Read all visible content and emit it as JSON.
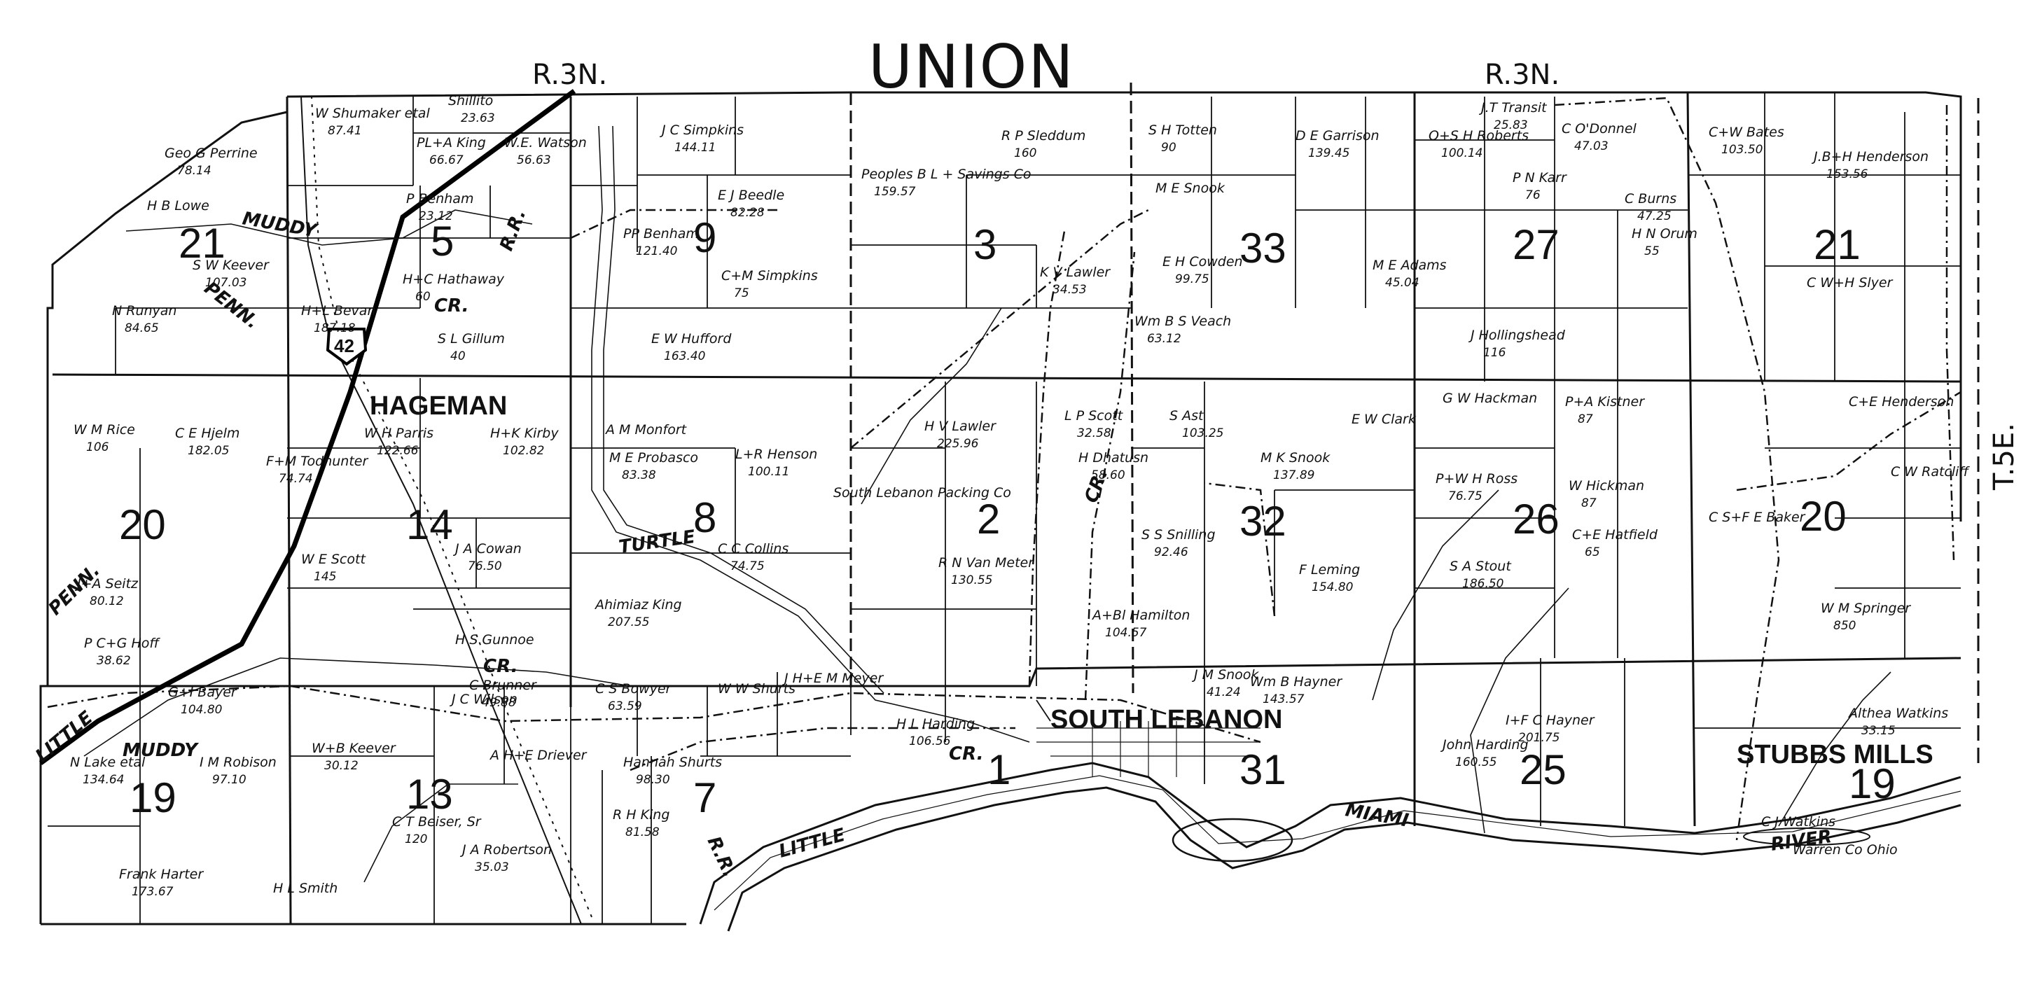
{
  "township_name": "UNION",
  "range_labels": [
    "R.3N.",
    "R.3N."
  ],
  "side_label": "T.5E.",
  "towns": [
    "HAGEMAN",
    "SOUTH LEBANON",
    "STUBBS MILLS"
  ],
  "route_marker": "42",
  "sections": [
    "21",
    "5",
    "9",
    "3",
    "33",
    "27",
    "21",
    "20",
    "14",
    "8",
    "2",
    "32",
    "26",
    "20",
    "19",
    "13",
    "7",
    "1",
    "31",
    "25",
    "19"
  ],
  "features": [
    "MUDDY",
    "PENN.",
    "CR.",
    "TURTLE",
    "CR.",
    "PENN.",
    "MUDDY",
    "CR.",
    "LITTLE",
    "MIAMI",
    "RIVER",
    "R.R.",
    "R.R.",
    "CR.",
    "LITTLE"
  ],
  "parcels": [
    {
      "owner": "W Shumaker etal",
      "acres": "87.41"
    },
    {
      "owner": "PL+A King",
      "acres": "66.67"
    },
    {
      "owner": "Shillito",
      "acres": "23.63"
    },
    {
      "owner": "W.E. Watson",
      "acres": "56.63"
    },
    {
      "owner": "J C Simpkins",
      "acres": "144.11"
    },
    {
      "owner": "R P Sleddum",
      "acres": "160"
    },
    {
      "owner": "S H Totten",
      "acres": "90"
    },
    {
      "owner": "D E Garrison",
      "acres": "139.45"
    },
    {
      "owner": "O+S H Roberts",
      "acres": "100.14"
    },
    {
      "owner": "J.T Transit",
      "acres": "25.83"
    },
    {
      "owner": "C O'Donnel",
      "acres": "47.03"
    },
    {
      "owner": "C+W Bates",
      "acres": "103.50"
    },
    {
      "owner": "J.B+H Henderson",
      "acres": "153.56"
    },
    {
      "owner": "Geo G Perrine",
      "acres": "78.14"
    },
    {
      "owner": "H B Lowe",
      "acres": ""
    },
    {
      "owner": "P Benham",
      "acres": "23.12"
    },
    {
      "owner": "E J Beedle",
      "acres": "82.28"
    },
    {
      "owner": "Peoples B L + Savings Co",
      "acres": "159.57"
    },
    {
      "owner": "M E Snook",
      "acres": ""
    },
    {
      "owner": "P N Karr",
      "acres": "76"
    },
    {
      "owner": "C Burns",
      "acres": "47.25"
    },
    {
      "owner": "S W Keever",
      "acres": "107.03"
    },
    {
      "owner": "H+C Hathaway",
      "acres": "60"
    },
    {
      "owner": "PP Benham",
      "acres": "121.40"
    },
    {
      "owner": "C+M Simpkins",
      "acres": "75"
    },
    {
      "owner": "K V Lawler",
      "acres": "34.53"
    },
    {
      "owner": "E H Cowden",
      "acres": "99.75"
    },
    {
      "owner": "M E Adams",
      "acres": "45.04"
    },
    {
      "owner": "H N Orum",
      "acres": "55"
    },
    {
      "owner": "N Runyan",
      "acres": "84.65"
    },
    {
      "owner": "H+L Bevan",
      "acres": "187.18"
    },
    {
      "owner": "S L Gillum",
      "acres": "40"
    },
    {
      "owner": "E W Hufford",
      "acres": "163.40"
    },
    {
      "owner": "Wm B S Veach",
      "acres": "63.12"
    },
    {
      "owner": "C W+H Slyer",
      "acres": ""
    },
    {
      "owner": "J Hollingshead",
      "acres": "116"
    },
    {
      "owner": "W M Rice",
      "acres": "106"
    },
    {
      "owner": "C E Hjelm",
      "acres": "182.05"
    },
    {
      "owner": "W H Parris",
      "acres": "122.66"
    },
    {
      "owner": "H+K Kirby",
      "acres": "102.82"
    },
    {
      "owner": "A M Monfort",
      "acres": ""
    },
    {
      "owner": "M E Probasco",
      "acres": "83.38"
    },
    {
      "owner": "L+R Henson",
      "acres": "100.11"
    },
    {
      "owner": "H V Lawler",
      "acres": "225.96"
    },
    {
      "owner": "L P Scott",
      "acres": "32.58"
    },
    {
      "owner": "S Ast",
      "acres": "103.25"
    },
    {
      "owner": "E W Clark",
      "acres": ""
    },
    {
      "owner": "G W Hackman",
      "acres": ""
    },
    {
      "owner": "P+A Kistner",
      "acres": "87"
    },
    {
      "owner": "C+E Henderson",
      "acres": ""
    },
    {
      "owner": "F+M Todhunter",
      "acres": "74.74"
    },
    {
      "owner": "H Dhatusn",
      "acres": "58.60"
    },
    {
      "owner": "M K Snook",
      "acres": "137.89"
    },
    {
      "owner": "P+W H Ross",
      "acres": "76.75"
    },
    {
      "owner": "W Hickman",
      "acres": "87"
    },
    {
      "owner": "C W Ratcliff",
      "acres": ""
    },
    {
      "owner": "W E Scott",
      "acres": "145"
    },
    {
      "owner": "J A Cowan",
      "acres": "76.50"
    },
    {
      "owner": "C C Collins",
      "acres": "74.75"
    },
    {
      "owner": "R N Van Meter",
      "acres": "130.55"
    },
    {
      "owner": "S S Snilling",
      "acres": "92.46"
    },
    {
      "owner": "C+E Hatfield",
      "acres": "65"
    },
    {
      "owner": "C S+F E Baker",
      "acres": ""
    },
    {
      "owner": "J+A Seitz",
      "acres": "80.12"
    },
    {
      "owner": "F Leming",
      "acres": "154.80"
    },
    {
      "owner": "S A Stout",
      "acres": "186.50"
    },
    {
      "owner": "W M Springer",
      "acres": "850"
    },
    {
      "owner": "Ahimiaz King",
      "acres": "207.55"
    },
    {
      "owner": "A+Bl Hamilton",
      "acres": "104.57"
    },
    {
      "owner": "H S Gunnoe",
      "acres": ""
    },
    {
      "owner": "G+I Bayer",
      "acres": "104.80"
    },
    {
      "owner": "C Brunner",
      "acres": "49.88"
    },
    {
      "owner": "C S Bowyer",
      "acres": "63.59"
    },
    {
      "owner": "W W Shurts",
      "acres": ""
    },
    {
      "owner": "J H+E M Meyer",
      "acres": ""
    },
    {
      "owner": "J M Snook",
      "acres": "41.24"
    },
    {
      "owner": "Wm B Hayner",
      "acres": "143.57"
    },
    {
      "owner": "I+F C Hayner",
      "acres": "201.75"
    },
    {
      "owner": "Althea Watkins",
      "acres": "33.15"
    },
    {
      "owner": "J C Wilson",
      "acres": ""
    },
    {
      "owner": "H L Harding",
      "acres": "106.56"
    },
    {
      "owner": "W+B Keever",
      "acres": "30.12"
    },
    {
      "owner": "A H+E Driever",
      "acres": ""
    },
    {
      "owner": "Hannah Shurts",
      "acres": "98.30"
    },
    {
      "owner": "John Harding",
      "acres": "160.55"
    },
    {
      "owner": "N Lake etal",
      "acres": "134.64"
    },
    {
      "owner": "I M Robison",
      "acres": "97.10"
    },
    {
      "owner": "C T Beiser, Sr",
      "acres": "120"
    },
    {
      "owner": "R H King",
      "acres": "81.58"
    },
    {
      "owner": "J A Robertson",
      "acres": "35.03"
    },
    {
      "owner": "Frank Harter",
      "acres": "173.67"
    },
    {
      "owner": "H L Smith",
      "acres": ""
    },
    {
      "owner": "P C+G Hoff",
      "acres": "38.62"
    },
    {
      "owner": "C J Watkins",
      "acres": ""
    },
    {
      "owner": "Warren Co Ohio",
      "acres": ""
    },
    {
      "owner": "South Lebanon Packing Co",
      "acres": ""
    }
  ],
  "colors": {
    "ink": "#111111",
    "paper": "#ffffff"
  }
}
